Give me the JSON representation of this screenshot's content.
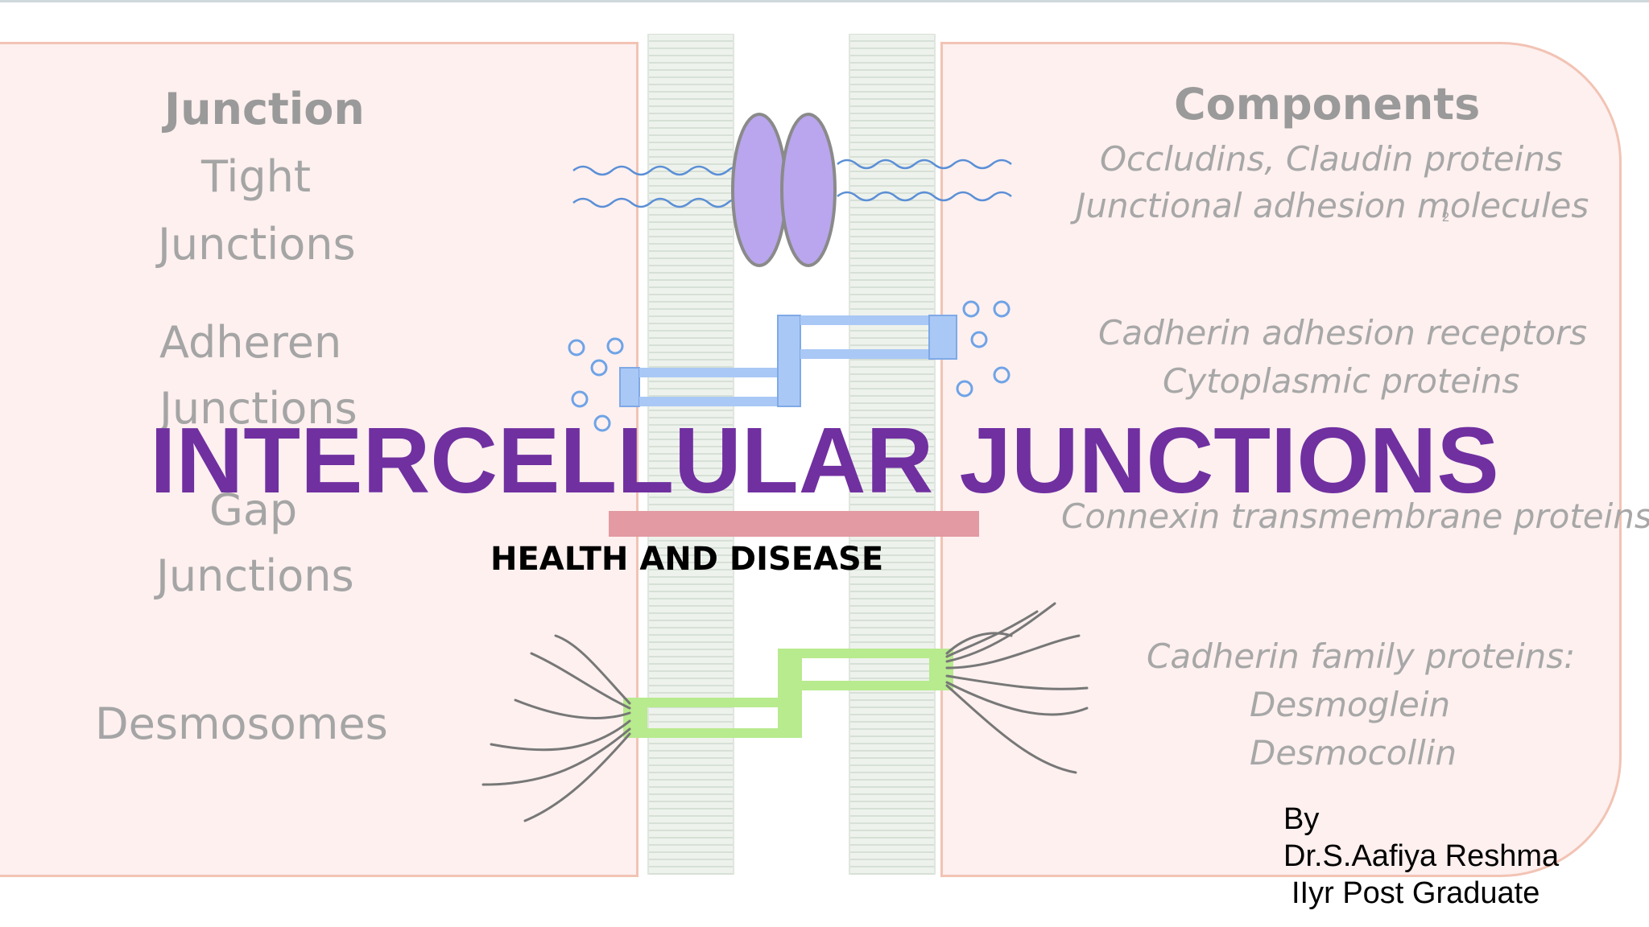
{
  "slide": {
    "title": "INTERCELLULAR JUNCTIONS",
    "subtitle": "HEALTH AND DISEASE",
    "author": {
      "by": "By",
      "name": "Dr.S.Aafiya Reshma",
      "position": "IIyr Post Graduate"
    },
    "page_number": "2"
  },
  "diagram": {
    "left_heading": "Junction",
    "right_heading": "Components",
    "junctions": [
      {
        "label_lines": [
          "Tight",
          "Junctions"
        ],
        "components": [
          "Occludins, Claudin proteins",
          "Junctional adhesion molecules"
        ]
      },
      {
        "label_lines": [
          "Adheren",
          "Junctions"
        ],
        "components": [
          "Cadherin adhesion receptors",
          "Cytoplasmic proteins"
        ]
      },
      {
        "label_lines": [
          "Gap",
          "Junctions"
        ],
        "components": [
          "Connexin transmembrane proteins"
        ]
      },
      {
        "label_lines": [
          "Desmosomes"
        ],
        "components": [
          "Cadherin family proteins:",
          "Desmoglein",
          "Desmocollin"
        ]
      }
    ],
    "colors": {
      "tight": "#b9a6ee",
      "adheren": "#a9c8f5",
      "gap": "#e39aa2",
      "desmosome": "#b8ea8e",
      "title": "#7030a0"
    }
  }
}
